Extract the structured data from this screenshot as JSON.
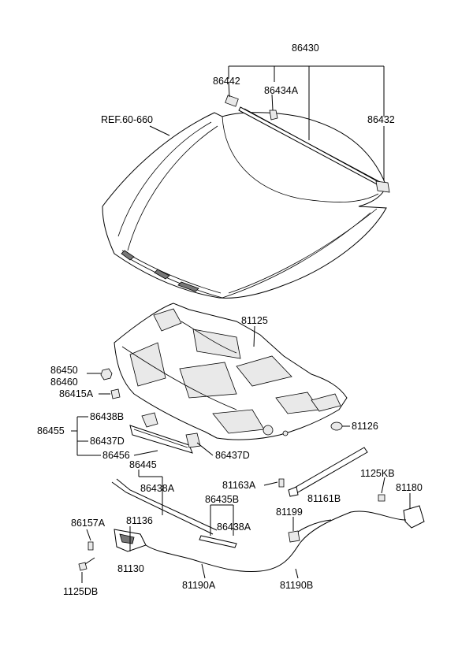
{
  "diagram": {
    "labels": {
      "l86430": "86430",
      "l86442": "86442",
      "l86434A": "86434A",
      "l86432": "86432",
      "lREF": "REF.60-660",
      "l81125": "81125",
      "l86450": "86450",
      "l86460": "86460",
      "l86415A": "86415A",
      "l86438B": "86438B",
      "l86455": "86455",
      "l86437D_a": "86437D",
      "l86456": "86456",
      "l86437D_b": "86437D",
      "l81126": "81126",
      "l86445": "86445",
      "l86438A_a": "86438A",
      "l81163A": "81163A",
      "l86435B": "86435B",
      "l86438A_b": "86438A",
      "l1125KB": "1125KB",
      "l81180": "81180",
      "l81161B": "81161B",
      "l86157A": "86157A",
      "l81136": "81136",
      "l81199": "81199",
      "l81130": "81130",
      "l1125DB": "1125DB",
      "l81190A": "81190A",
      "l81190B": "81190B"
    }
  }
}
